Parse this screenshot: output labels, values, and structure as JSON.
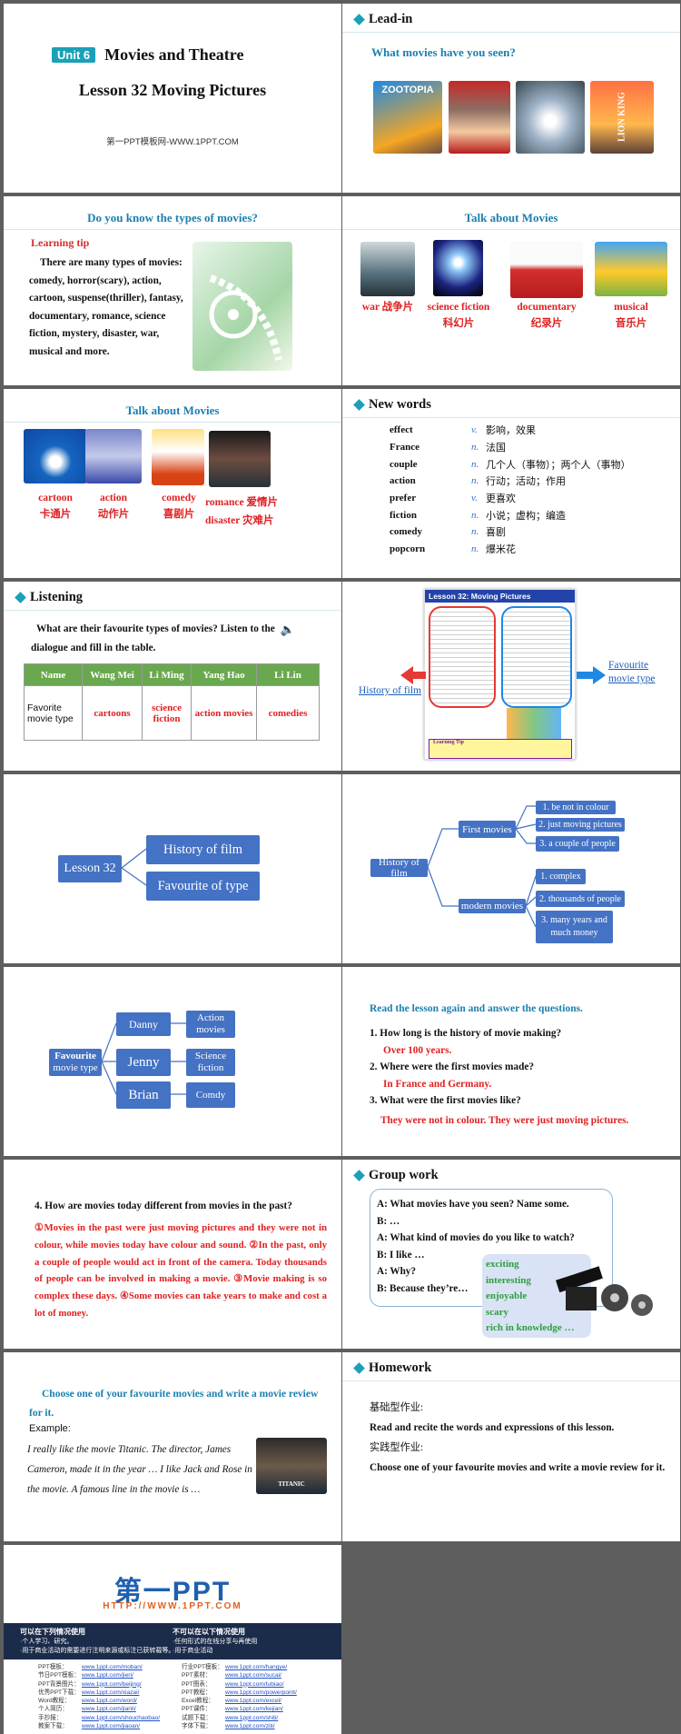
{
  "s1": {
    "unit": "Unit 6",
    "title": "Movies and Theatre",
    "lesson": "Lesson 32 Moving Pictures",
    "src": "第一PPT模板网-WWW.1PPT.COM"
  },
  "s2": {
    "header": "Lead-in",
    "question": "What movies have you seen?",
    "posters": [
      "ZOOTOPIA",
      "",
      "",
      "LION KING"
    ]
  },
  "s3": {
    "title": "Do you know the types of movies?",
    "tip": "Learning tip",
    "text": "There are many types of movies: comedy, horror(scary), action, cartoon, suspense(thriller), fantasy, documentary, romance, science fiction, mystery, disaster, war, musical and more."
  },
  "s4": {
    "title": "Talk about Movies",
    "items": [
      {
        "en": "war",
        "zh": "战争片"
      },
      {
        "en": "science fiction",
        "zh": "科幻片"
      },
      {
        "en": "documentary",
        "zh": "纪录片"
      },
      {
        "en": "musical",
        "zh": "音乐片"
      }
    ]
  },
  "s5": {
    "title": "Talk about Movies",
    "items": [
      {
        "en": "cartoon",
        "zh": "卡通片"
      },
      {
        "en": "action",
        "zh": "动作片"
      },
      {
        "en": "comedy",
        "zh": "喜剧片"
      }
    ],
    "extra": [
      {
        "en": "romance",
        "zh": "爱情片"
      },
      {
        "en": "disaster",
        "zh": "灾难片"
      }
    ]
  },
  "s6": {
    "header": "New words",
    "words": [
      {
        "w": "effect",
        "p": "v.",
        "m": "影响，效果"
      },
      {
        "w": "France",
        "p": "n.",
        "m": "法国"
      },
      {
        "w": "couple",
        "p": "n.",
        "m": "几个人（事物）；两个人（事物）"
      },
      {
        "w": "action",
        "p": "n.",
        "m": "行动；活动；作用"
      },
      {
        "w": "prefer",
        "p": "v.",
        "m": "更喜欢"
      },
      {
        "w": "fiction",
        "p": "n.",
        "m": "小说；虚构；编造"
      },
      {
        "w": "comedy",
        "p": "n.",
        "m": "喜剧"
      },
      {
        "w": "popcorn",
        "p": "n.",
        "m": "爆米花"
      }
    ]
  },
  "s7": {
    "header": "Listening",
    "instr1": "What are their favourite types of movies? Listen to the",
    "instr2": "dialogue and fill in the table.",
    "cols": [
      "Name",
      "Wang Mei",
      "Li Ming",
      "Yang Hao",
      "Li Lin"
    ],
    "rowlabel": "Favorite movie type",
    "answers": [
      "cartoons",
      "science fiction",
      "action movies",
      "comedies"
    ]
  },
  "s8": {
    "book_title": "Lesson 32: Moving Pictures",
    "left": "History of film",
    "right": "Favourite movie type",
    "strip": "Learning Tip"
  },
  "s9": {
    "root": "Lesson  32",
    "a": "History of film",
    "b": "Favourite of type"
  },
  "s10": {
    "root": "History of film",
    "first": "First movies",
    "modern": "modern movies",
    "f": [
      "1. be not in colour",
      "2. just moving pictures",
      "3. a couple of people"
    ],
    "m": [
      "1. complex",
      "2. thousands of people",
      "3. many years and much money"
    ]
  },
  "s11": {
    "root1": "Favourite",
    "root2": "movie type",
    "names": [
      "Danny",
      "Jenny",
      "Brian"
    ],
    "types": [
      "Action movies",
      "Science fiction",
      "Comdy"
    ]
  },
  "s12": {
    "title": "Read the lesson again and answer the questions.",
    "q1": "1.  How long is the history of  movie making?",
    "a1": "Over 100 years.",
    "q2": "2. Where were the first movies made?",
    "a2": "In France and Germany.",
    "q3": "3. What were the first movies like?",
    "a3": "They were not in colour. They were just moving pictures."
  },
  "s13": {
    "q4": "4. How are movies today different from movies in the past?",
    "ans": "①Movies in the past were just moving pictures and they were not in colour, while movies today have colour and sound. ②In the past, only a couple of people would act in front of the camera. Today thousands of people can be involved in making a movie. ③Movie making is so complex these days. ④Some movies can take years to make and cost a lot of money."
  },
  "s14": {
    "header": "Group  work",
    "lines": [
      "A: What movies have you seen? Name some.",
      "B: …",
      "A: What kind of movies do you like to watch?",
      "B: I like …",
      "A: Why?",
      "B: Because they’re…"
    ],
    "adjs": [
      "exciting",
      "interesting",
      "enjoyable",
      "scary",
      "rich in knowledge …"
    ]
  },
  "s15": {
    "task": "Choose one of your favourite movies and write a movie review for it.",
    "ex": "Example:",
    "text": "I really like the movie Titanic. The director, James Cameron, made it in the year … I like Jack and Rose in the movie. A famous line in the movie is …",
    "poster": "TITANIC"
  },
  "s16": {
    "header": "Homework",
    "l1": "基础型作业:",
    "l2": "Read and recite the words and expressions of this lesson.",
    "l3": "实践型作业:",
    "l4": "Choose one of your favourite movies and write a movie review for it."
  },
  "s17": {
    "logo": "第一PPT",
    "url": "HTTP://WWW.1PPT.COM",
    "left_head": "可以在下列情况使用",
    "right_head": "不可以在以下情况使用",
    "left_note1": "·个人学习、研究。",
    "left_note2": "·用于商业活动的需要进行注明来源或标注已获转载等。",
    "right_note1": "·任何形式的在线分享与再使用",
    "right_note2": "·用于商业活动",
    "links_l": [
      [
        "PPT模板：",
        "www.1ppt.com/moban/"
      ],
      [
        "节日PPT模板：",
        "www.1ppt.com/jieri/"
      ],
      [
        "PPT背景图片：",
        "www.1ppt.com/beijing/"
      ],
      [
        "优秀PPT下载：",
        "www.1ppt.com/xiazai/"
      ],
      [
        "Word教程：",
        "www.1ppt.com/word/"
      ],
      [
        "个人简历：",
        "www.1ppt.com/jianli/"
      ],
      [
        "手抄报：",
        "www.1ppt.com/shouchaobao/"
      ],
      [
        "教案下载：",
        "www.1ppt.com/jiaoan/"
      ]
    ],
    "links_r": [
      [
        "行业PPT模板：",
        "www.1ppt.com/hangye/"
      ],
      [
        "PPT素材：",
        "www.1ppt.com/sucai/"
      ],
      [
        "PPT图表：",
        "www.1ppt.com/tubiao/"
      ],
      [
        "PPT教程：",
        "www.1ppt.com/powerpoint/"
      ],
      [
        "Excel教程：",
        "www.1ppt.com/excel/"
      ],
      [
        "PPT课件：",
        "www.1ppt.com/kejian/"
      ],
      [
        "试题下载：",
        "www.1ppt.com/shiti/"
      ],
      [
        "字体下载：",
        "www.1ppt.com/ziti/"
      ]
    ]
  }
}
